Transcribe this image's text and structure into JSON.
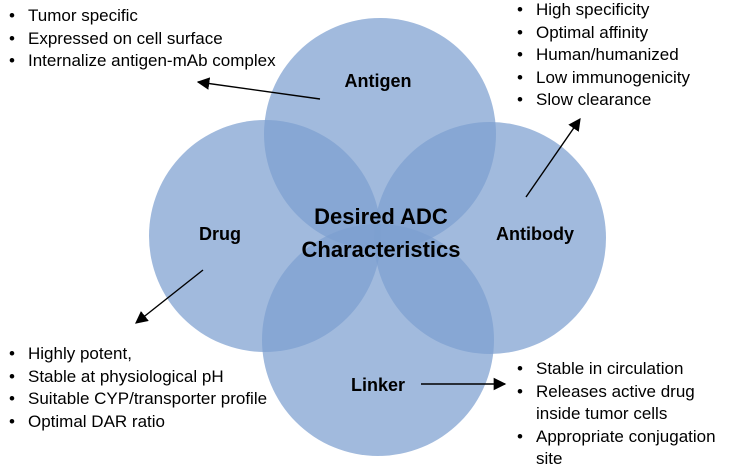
{
  "diagram": {
    "center_label_line1": "Desired ADC",
    "center_label_line2": "Characteristics",
    "circles": {
      "antigen": "Antigen",
      "drug": "Drug",
      "antibody": "Antibody",
      "linker": "Linker"
    },
    "circle_color": "#7d9fd0",
    "arrow_color": "#000000"
  },
  "lists": {
    "antigen": [
      "Tumor specific",
      "Expressed on cell surface",
      "Internalize antigen-mAb complex"
    ],
    "antibody": [
      "High specificity",
      "Optimal affinity",
      "Human/humanized",
      "Low immunogenicity",
      "Slow clearance"
    ],
    "drug": [
      "Highly potent,",
      "Stable at physiological pH",
      "Suitable CYP/transporter profile",
      "Optimal DAR ratio"
    ],
    "linker": [
      "Stable in circulation",
      "Releases active drug inside tumor cells",
      "Appropriate conjugation site"
    ]
  }
}
